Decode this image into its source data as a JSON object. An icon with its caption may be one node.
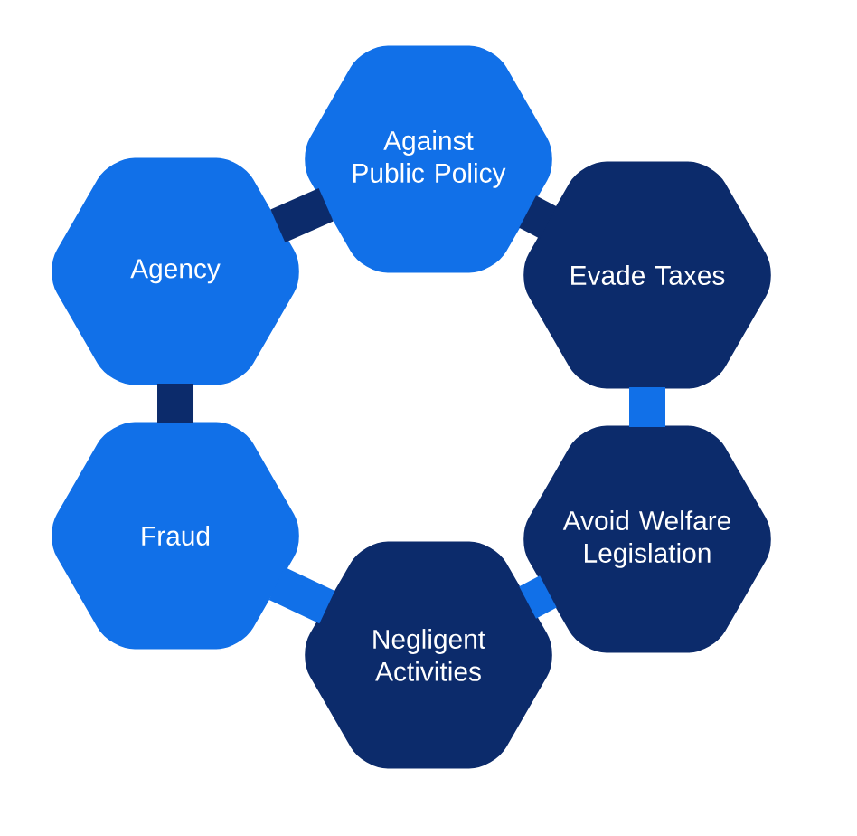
{
  "diagram": {
    "nodes": [
      {
        "text": [
          "Against Public Policy"
        ]
      },
      {
        "text": [
          "Evade Taxes"
        ]
      },
      {
        "text": [
          "Avoid Welfare Legislation"
        ]
      },
      {
        "text": [
          "Negligent Activities"
        ]
      },
      {
        "text": [
          "Fraud"
        ]
      },
      {
        "text": [
          "Agency"
        ]
      }
    ],
    "edges": [
      {
        "from": 0,
        "to": 1,
        "arrow": "none",
        "color": "#0c2b6b"
      },
      {
        "from": 1,
        "to": 2,
        "arrow": "none",
        "color": "#1170e8"
      },
      {
        "from": 2,
        "to": 3,
        "arrow": "none",
        "color": "#1170e8"
      },
      {
        "from": 3,
        "to": 4,
        "arrow": "none",
        "color": "#1170e8"
      },
      {
        "from": 4,
        "to": 5,
        "arrow": "none",
        "color": "#0c2b6b"
      },
      {
        "from": 5,
        "to": 0,
        "arrow": "none",
        "color": "#0c2b6b"
      }
    ]
  }
}
